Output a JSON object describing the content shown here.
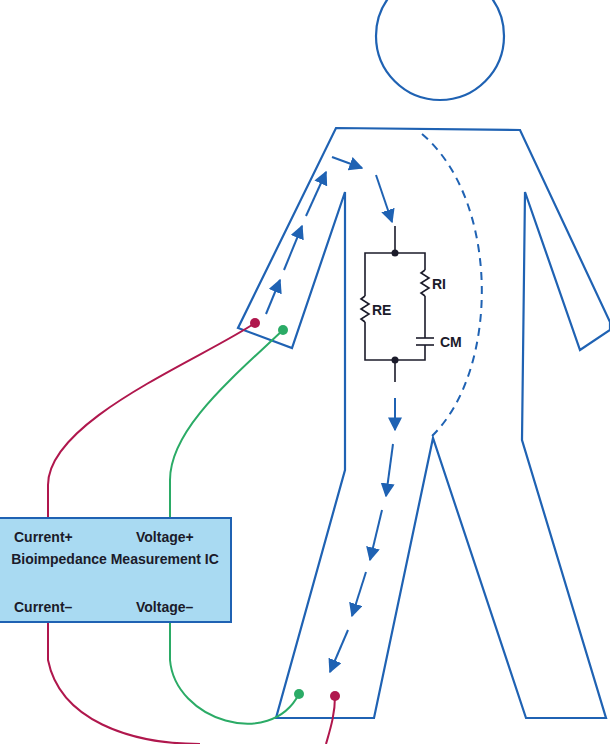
{
  "diagram": {
    "nodes": [
      {
        "text": [
          "Current+",
          "Voltage+",
          "Bioimpedance Measurement IC",
          "Current–",
          "Voltage–"
        ]
      }
    ],
    "labels": [
      "RE",
      "RI",
      "CM"
    ]
  }
}
